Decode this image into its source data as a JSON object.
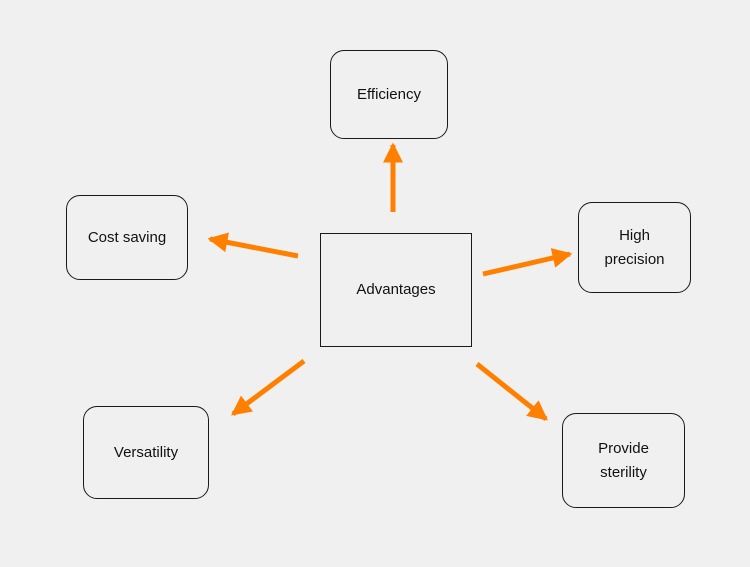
{
  "diagram": {
    "center": {
      "label": "Advantages"
    },
    "nodes": [
      {
        "id": "efficiency",
        "label": "Efficiency"
      },
      {
        "id": "cost-saving",
        "label": "Cost saving"
      },
      {
        "id": "high-precision",
        "label": "High\nprecision"
      },
      {
        "id": "versatility",
        "label": "Versatility"
      },
      {
        "id": "provide-sterility",
        "label": "Provide\nsterility"
      }
    ],
    "arrow_color": "#ff8000"
  }
}
